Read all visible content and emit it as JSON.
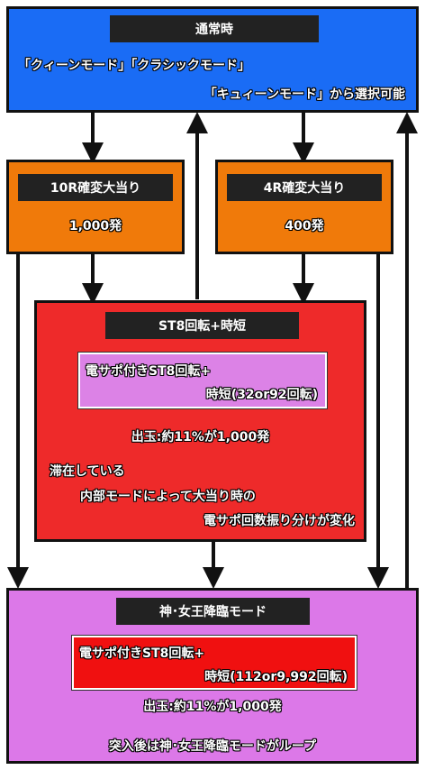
{
  "normal": {
    "title": "通常時",
    "line1": "「クィーンモード」「クラシックモード」",
    "line2": "「キュィーンモード」から選択可能"
  },
  "r10": {
    "title": "10R確変大当り",
    "value": "1,000発"
  },
  "r4": {
    "title": "4R確変大当り",
    "value": "400発"
  },
  "st": {
    "title": "ST8回転+時短",
    "inner_line1": "電サポ付きST8回転+",
    "inner_line2": "時短(32or92回転)",
    "payout": "出玉:約11%が1,000発",
    "note1": "滞在している",
    "note2": "内部モードによって大当り時の",
    "note3": "電サポ回数振り分けが変化"
  },
  "goddess": {
    "title": "神･女王降臨モード",
    "inner_line1": "電サポ付きST8回転+",
    "inner_line2": "時短(112or9,992回転)",
    "payout": "出玉:約11%が1,000発",
    "loop": "突入後は神･女王降臨モードがループ"
  },
  "colors": {
    "normal": "#1a6cf5",
    "big_hit": "#f07a0a",
    "st": "#ee2a2a",
    "st_inner": "#dc82e6",
    "goddess": "#dc78e8",
    "goddess_inner": "#f01010"
  }
}
